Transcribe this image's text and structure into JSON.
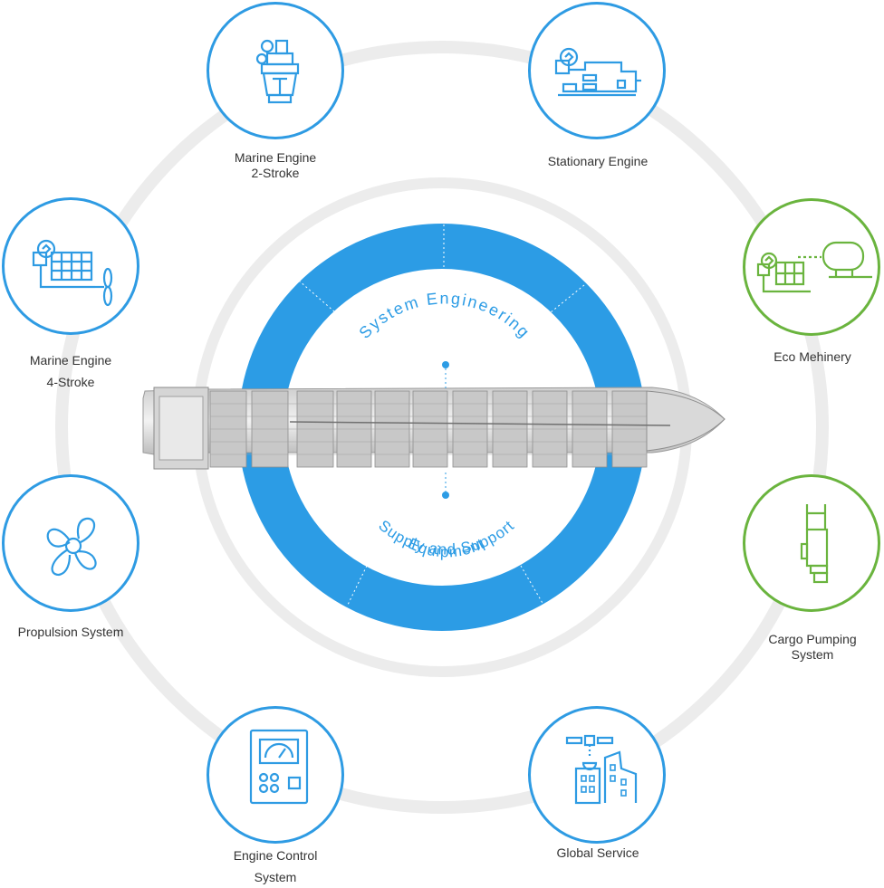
{
  "colors": {
    "blue": "#2e9be3",
    "green": "#6ab43e",
    "ring": "#ececec",
    "text": "#333333"
  },
  "center": {
    "top_text": "System Engineering",
    "bottom_line1": "Equipment",
    "bottom_line2": "Supply and Support"
  },
  "nodes": {
    "marine_engine_2stroke": {
      "label": "Marine Engine\n2-Stroke",
      "icon": "marine-engine-icon"
    },
    "stationary_engine": {
      "label": "Stationary Engine",
      "icon": "stationary-engine-icon"
    },
    "marine_engine_4stroke": {
      "label": "Marine Engine\n4-Stroke",
      "icon": "engine-propeller-icon"
    },
    "eco_machinery": {
      "label": "Eco Mehinery",
      "icon": "eco-machinery-icon"
    },
    "propulsion_system": {
      "label": "Propulsion System",
      "icon": "propeller-icon"
    },
    "cargo_pumping_system": {
      "label": "Cargo Pumping\nSystem",
      "icon": "cargo-pump-icon"
    },
    "engine_control_system": {
      "label": "Engine Control\nSystem",
      "icon": "control-panel-icon"
    },
    "global_service": {
      "label": "Global Service",
      "icon": "satellite-building-icon"
    }
  }
}
